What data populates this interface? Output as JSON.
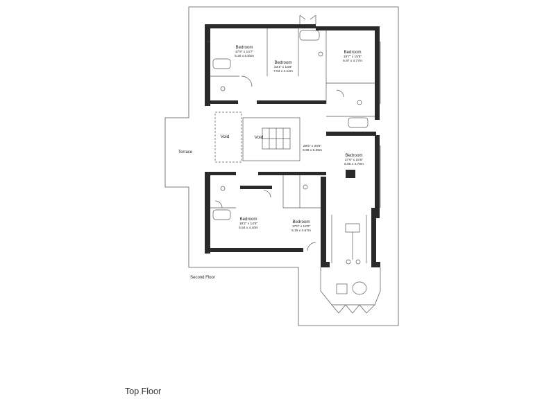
{
  "plan": {
    "rooms": [
      {
        "name": "Bedroom",
        "imperial": "17'9\" x 14'7\"",
        "metric": "5.30 x 5.05m"
      },
      {
        "name": "Bedroom",
        "imperial": "23'1\" x 13'6\"",
        "metric": "7.04 x 4.12m"
      },
      {
        "name": "Bedroom",
        "imperial": "19'7\" x 15'8\"",
        "metric": "5.97 x 4.77m"
      },
      {
        "name": "Bedroom",
        "imperial": "27'6\" x 15'6\"",
        "metric": "8.05 x 4.78m"
      },
      {
        "name": "Bedroom",
        "imperial": "18'2\" x 14'6\"",
        "metric": "5.54 x 4.40m"
      },
      {
        "name": "Bedroom",
        "imperial": "17'0\" x 12'0\"",
        "metric": "5.19 x 3.67m"
      }
    ],
    "hall_dims": {
      "imperial": "29'5\" x 20'6\"",
      "metric": "8.99 x 5.25m"
    },
    "void_labels": [
      "Void",
      "Void"
    ],
    "terrace_label": "Terrace",
    "level_label": "Second Floor"
  },
  "caption": "Top Floor",
  "colors": {
    "wall": "#2a2a2a",
    "line": "#555555",
    "background": "#ffffff"
  }
}
